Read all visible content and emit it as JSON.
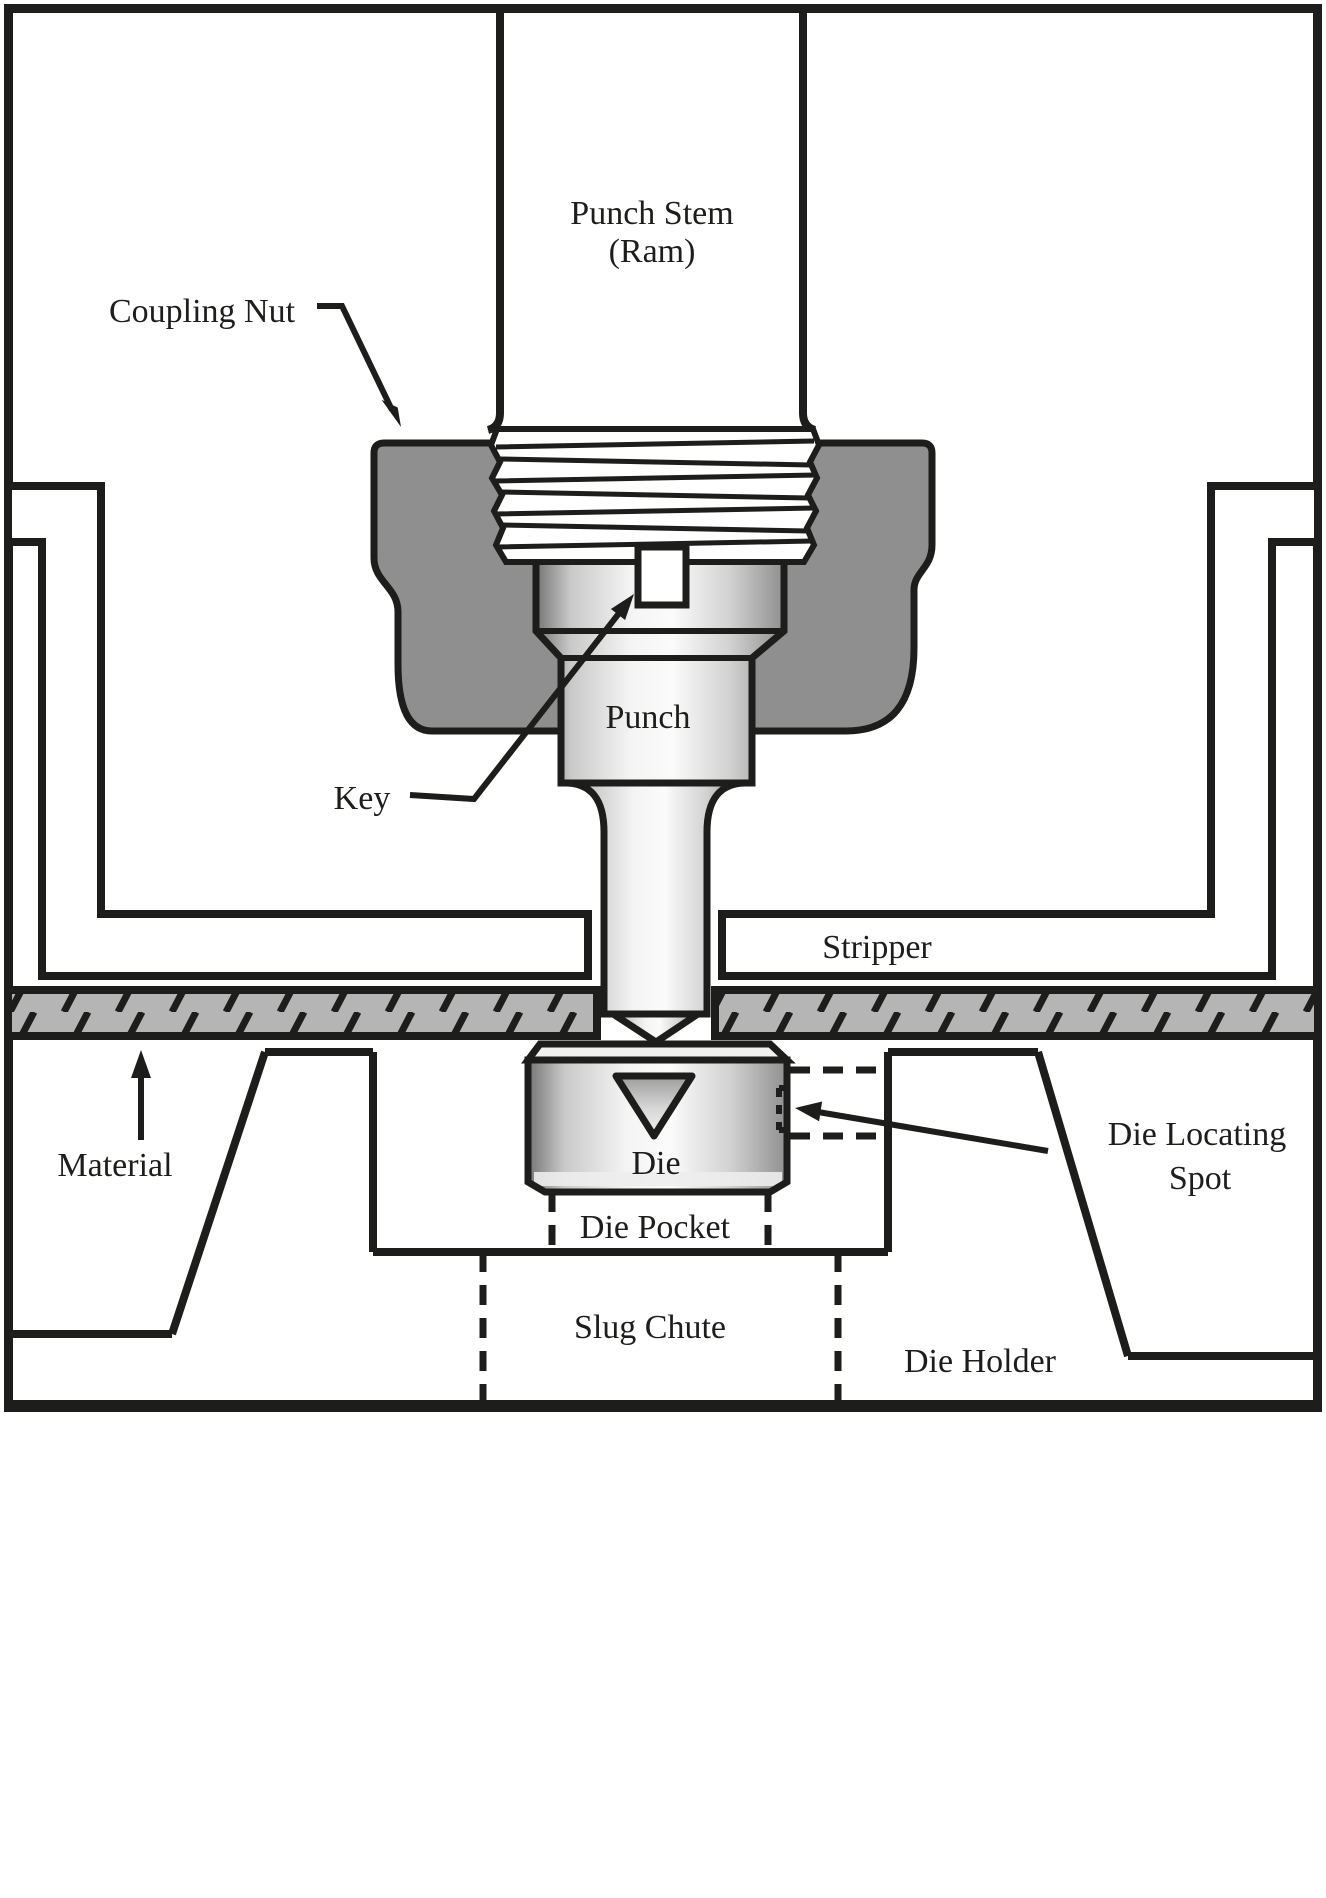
{
  "labels": {
    "punch_stem_line1": "Punch Stem",
    "punch_stem_line2": "(Ram)",
    "coupling_nut": "Coupling Nut",
    "key": "Key",
    "punch": "Punch",
    "stripper": "Stripper",
    "material": "Material",
    "die": "Die",
    "die_locating_line1": "Die Locating",
    "die_locating_line2": "Spot",
    "die_pocket": "Die Pocket",
    "slug_chute": "Slug Chute",
    "die_holder": "Die Holder"
  },
  "colors": {
    "line": "#1d1d1b",
    "coupling_nut_gray": "#8f8f8f",
    "material_hatch_gray": "#b5b5b5",
    "background": "#ffffff"
  }
}
